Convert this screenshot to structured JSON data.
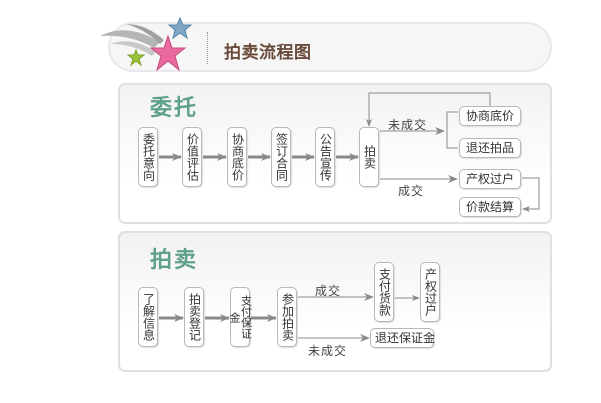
{
  "header": {
    "title": "拍卖流程图",
    "logo_icon": "shooting-stars-icon"
  },
  "consign": {
    "title": "委托",
    "steps": [
      "委托意向",
      "价值评估",
      "协商底价",
      "签订合同",
      "公告宣传"
    ],
    "auction_node": "拍卖",
    "fail_label": "未成交",
    "success_label": "成交",
    "fail_options": [
      "协商底价",
      "退还拍品"
    ],
    "success_steps": [
      "产权过户",
      "价款结算"
    ]
  },
  "auction": {
    "title": "拍卖",
    "steps": [
      "了解信息",
      "拍卖登记",
      "支付保证金",
      "参加拍卖"
    ],
    "success_label": "成交",
    "fail_label": "未成交",
    "success_steps": [
      "支付货款",
      "产权过户"
    ],
    "fail_result": "退还保证金"
  },
  "colors": {
    "title_brown": "#6a4a3a",
    "section_green": "#5fa08d",
    "arrow_gray": "#8a8a8a",
    "box_border": "#b8b8b8"
  }
}
